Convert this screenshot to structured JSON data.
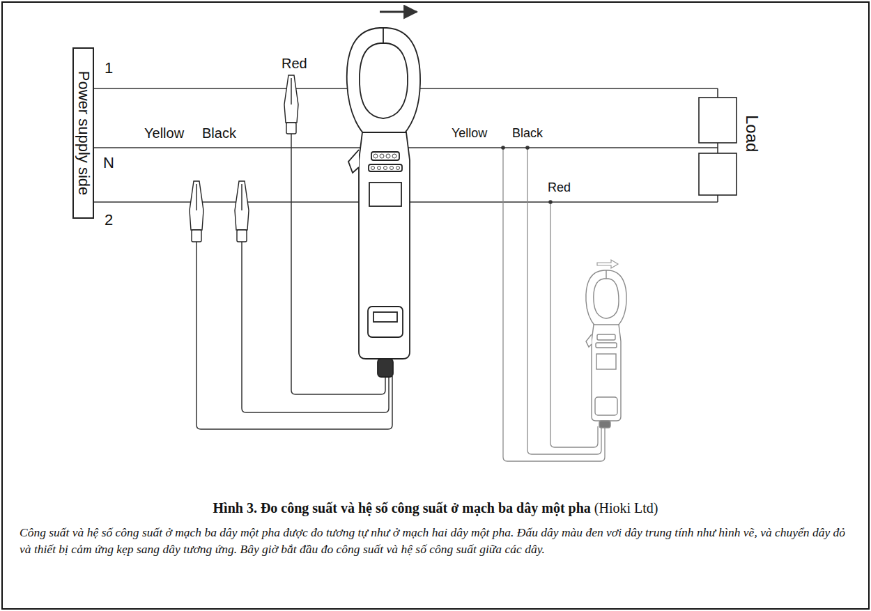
{
  "diagram": {
    "title": "Hình 3. Đo công suất và hệ số công suất ở mạch ba dây một pha",
    "caption": "Công suất và hệ số công suất ở mạch ba dây một pha được đo tương tự như ở mạch hai dây một pha. Đấu dây màu đen vơi dây trung tính như hình vẽ, và chuyển dây đỏ và thiết bị cảm ứng kẹp sang dây tương ứng. Bây giờ bắt đầu đo công suất và hệ số công suất giữa các dây.",
    "nodes": [
      {
        "text": [
          "Power supply side"
        ]
      }
    ],
    "labels": [
      "Red",
      "Yellow",
      "Black",
      "1",
      "N",
      "2",
      "Yellow",
      "Black",
      "Red",
      "Load",
      "(Hioki Ltd)"
    ]
  }
}
